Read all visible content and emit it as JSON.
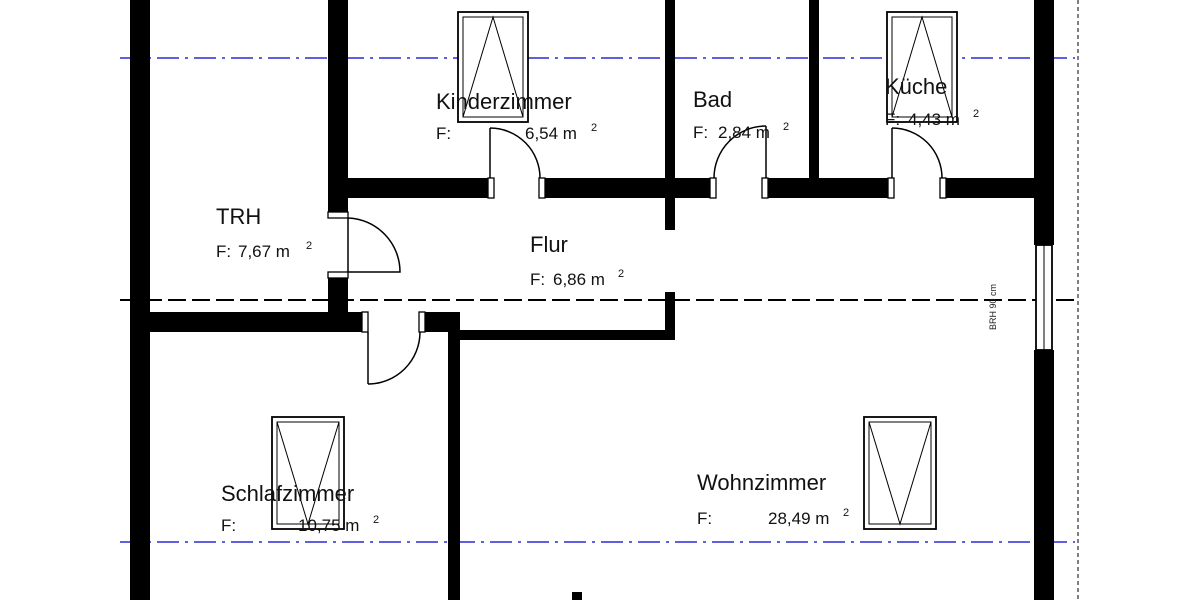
{
  "plan": {
    "rooms": [
      {
        "id": "kinderzimmer",
        "name": "Kinderzimmer",
        "area_prefix": "F:",
        "area_value": "6,54 m",
        "area_exp": "2"
      },
      {
        "id": "bad",
        "name": "Bad",
        "area_prefix": "F:",
        "area_value": "2,84 m",
        "area_exp": "2"
      },
      {
        "id": "kueche",
        "name": "Küche",
        "area_prefix": "F:",
        "area_value": "4,43 m",
        "area_exp": "2"
      },
      {
        "id": "trh",
        "name": "TRH",
        "area_prefix": "F:",
        "area_value": "7,67 m",
        "area_exp": "2"
      },
      {
        "id": "flur",
        "name": "Flur",
        "area_prefix": "F:",
        "area_value": "6,86 m",
        "area_exp": "2"
      },
      {
        "id": "schlafzimmer",
        "name": "Schlafzimmer",
        "area_prefix": "F:",
        "area_value": "10,75 m",
        "area_exp": "2"
      },
      {
        "id": "wohnzimmer",
        "name": "Wohnzimmer",
        "area_prefix": "F:",
        "area_value": "28,49 m",
        "area_exp": "2"
      }
    ],
    "brh_note": "BRH   90 cm",
    "colors": {
      "wall": "#000000",
      "axis_line": "#2a2ad6",
      "background": "#ffffff"
    }
  }
}
